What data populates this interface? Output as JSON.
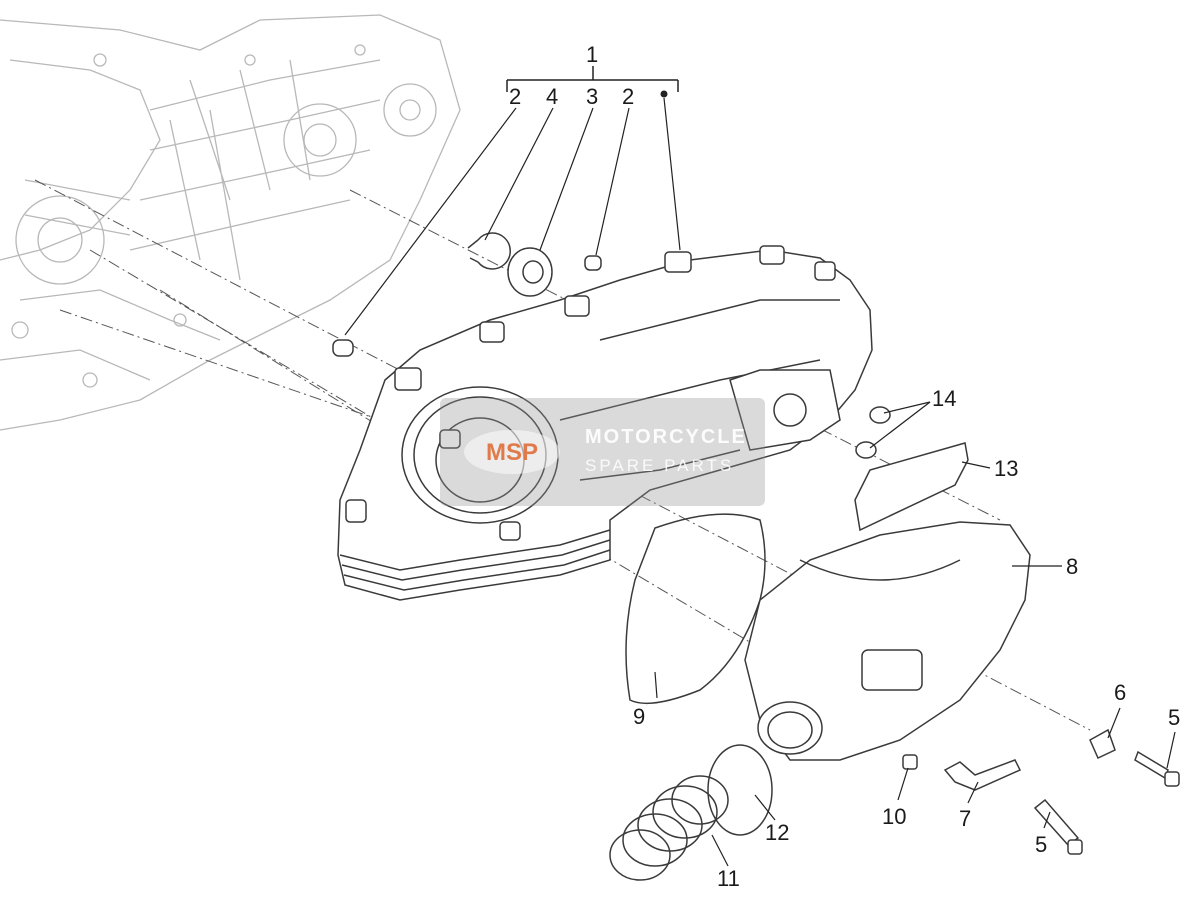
{
  "callouts": {
    "c1": "1",
    "c2a": "2",
    "c4": "4",
    "c3": "3",
    "c2b": "2",
    "c14": "14",
    "c13": "13",
    "c8": "8",
    "c9": "9",
    "c6": "6",
    "c5a": "5",
    "c10": "10",
    "c7": "7",
    "c5b": "5",
    "c12": "12",
    "c11": "11"
  },
  "watermark": {
    "brand": "MOTORCYCLE",
    "sub": "SPARE PARTS",
    "logo": "MSP"
  },
  "colors": {
    "line": "#3a3a3a",
    "ghost": "#b8b8b8",
    "watermark_orange": "#e07a4a"
  }
}
